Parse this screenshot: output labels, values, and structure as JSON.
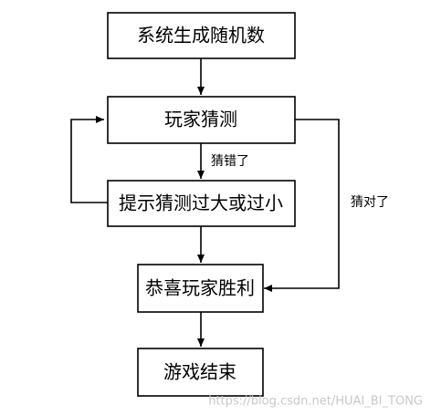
{
  "flowchart": {
    "nodes": {
      "start": "系统生成随机数",
      "guess": "玩家猜测",
      "hint": "提示猜测过大或过小",
      "congrats": "恭喜玩家胜利",
      "end": "游戏结束"
    },
    "edges": {
      "wrong": "猜错了",
      "right": "猜对了"
    }
  },
  "watermark": "https://blog.csdn.net/HUAI_BI_TONG"
}
